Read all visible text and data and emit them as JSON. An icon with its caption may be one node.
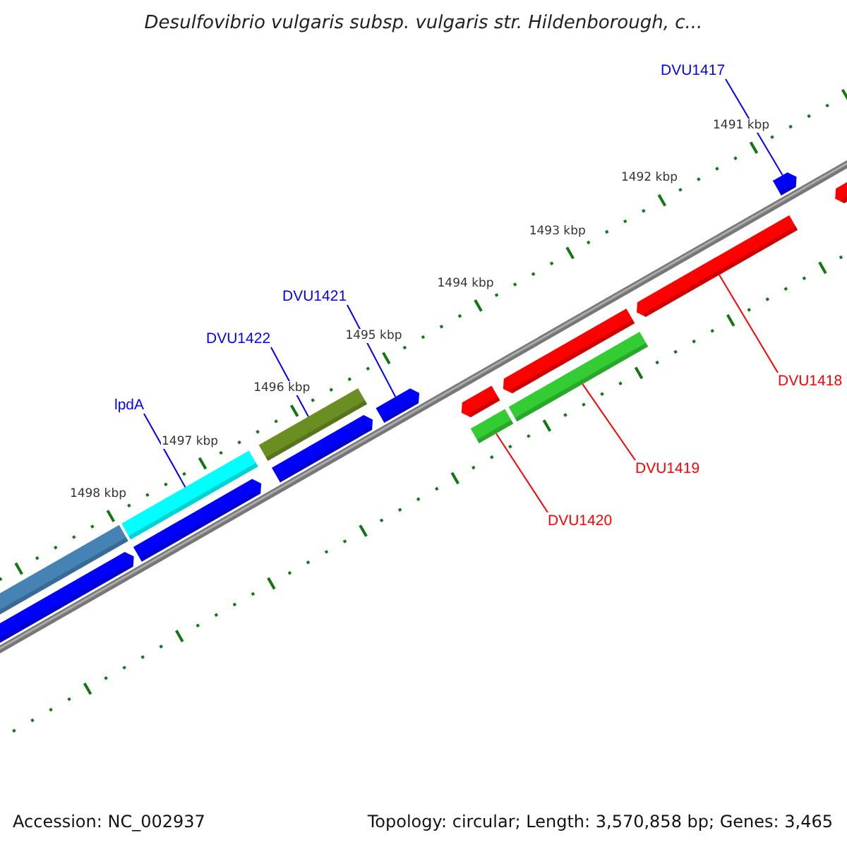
{
  "diagram": {
    "title": "Desulfovibrio vulgaris subsp. vulgaris str. Hildenborough, c...",
    "nodes": [
      {
        "text": [
          "DVU1417"
        ]
      },
      {
        "text": [
          "DVU1421"
        ]
      },
      {
        "text": [
          "DVU1422"
        ]
      },
      {
        "text": [
          "lpdA"
        ]
      },
      {
        "text": [
          "DVU1418"
        ]
      },
      {
        "text": [
          "DVU1419"
        ]
      },
      {
        "text": [
          "DVU1420"
        ]
      },
      {
        "text": [],
        "shape": "bar"
      },
      {
        "text": [],
        "shape": "bar"
      },
      {
        "text": [],
        "shape": "bar"
      },
      {
        "text": [],
        "shape": "bar"
      },
      {
        "text": [],
        "shape": "bar"
      },
      {
        "text": [],
        "shape": "bar"
      },
      {
        "text": [],
        "shape": "bar"
      }
    ],
    "edges": [
      {
        "from": 0,
        "to": 7,
        "arrow": "none"
      },
      {
        "from": 1,
        "to": 8,
        "arrow": "none"
      },
      {
        "from": 2,
        "to": 9,
        "arrow": "none"
      },
      {
        "from": 3,
        "to": 10,
        "arrow": "none"
      },
      {
        "from": 4,
        "to": 11,
        "arrow": "none",
        "color": "#ff0000"
      },
      {
        "from": 5,
        "to": 12,
        "arrow": "none",
        "color": "#ff0000"
      },
      {
        "from": 6,
        "to": 13,
        "arrow": "none",
        "color": "#ff0000"
      }
    ],
    "labels": [
      "1491 kbp",
      "1492 kbp",
      "1493 kbp",
      "1494 kbp",
      "1495 kbp",
      "1496 kbp",
      "1497 kbp",
      "1498 kbp",
      "Accession: NC_002937",
      "Topology: circular; Length: 3,570,858 bp; Genes: 3,465"
    ]
  }
}
